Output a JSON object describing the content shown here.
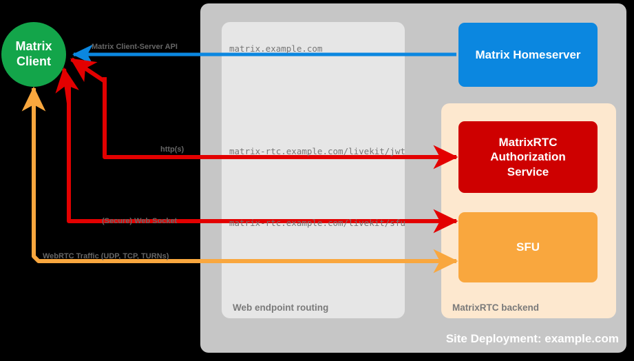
{
  "diagram": {
    "site_caption": "Site Deployment: example.com",
    "panels": {
      "routing_caption": "Web endpoint routing",
      "backend_caption": "MatrixRTC backend"
    },
    "nodes": {
      "client": {
        "line1": "Matrix",
        "line2": "Client",
        "color": "#13a54a"
      },
      "homeserver": {
        "label": "Matrix Homeserver",
        "color": "#0b87e0"
      },
      "auth": {
        "line1": "MatrixRTC",
        "line2": "Authorization",
        "line3": "Service",
        "color": "#ce0000"
      },
      "sfu": {
        "label": "SFU",
        "color": "#f9a73e"
      }
    },
    "flows": [
      {
        "id": "csapi",
        "label": "Matrix Client-Server API",
        "url": "matrix.example.com",
        "color": "#0b87e0"
      },
      {
        "id": "jwt",
        "label": "http(s)",
        "url": "matrix-rtc.example.com/livekit/jwt",
        "color": "#e30000"
      },
      {
        "id": "ws",
        "label": "(Secure) Web Socket",
        "url": "matrix-rtc.example.com/livekit/sfu",
        "color": "#e30000"
      },
      {
        "id": "webrtc",
        "label": "WebRTC Traffic (UDP, TCP, TURNs)",
        "url": "",
        "color": "#f9a73e"
      }
    ]
  }
}
